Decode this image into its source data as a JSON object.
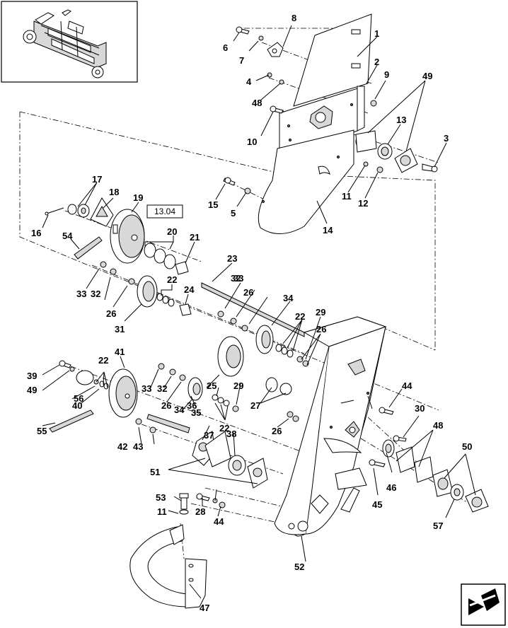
{
  "reference_box": {
    "label": "13.04"
  },
  "part_numbers": [
    "1",
    "2",
    "3",
    "4",
    "5",
    "6",
    "7",
    "8",
    "9",
    "10",
    "11",
    "11",
    "12",
    "13",
    "14",
    "15",
    "16",
    "17",
    "18",
    "19",
    "20",
    "21",
    "22",
    "22",
    "22",
    "22",
    "23",
    "24",
    "25",
    "26",
    "26",
    "26",
    "26",
    "26",
    "27",
    "28",
    "29",
    "29",
    "30",
    "31",
    "32",
    "32",
    "32",
    "33",
    "33",
    "33",
    "34",
    "34",
    "35",
    "36",
    "37",
    "38",
    "39",
    "40",
    "41",
    "42",
    "43",
    "44",
    "44",
    "45",
    "46",
    "47",
    "48",
    "48",
    "49",
    "49",
    "50",
    "51",
    "52",
    "53",
    "54",
    "55",
    "56",
    "57"
  ],
  "icons": {
    "thumbnail": "machine-overview-thumbnail",
    "nav": "next-page-arrow-icon"
  },
  "colors": {
    "line": "#000000",
    "fill": "#ffffff",
    "shade": "#d8d8d8"
  }
}
